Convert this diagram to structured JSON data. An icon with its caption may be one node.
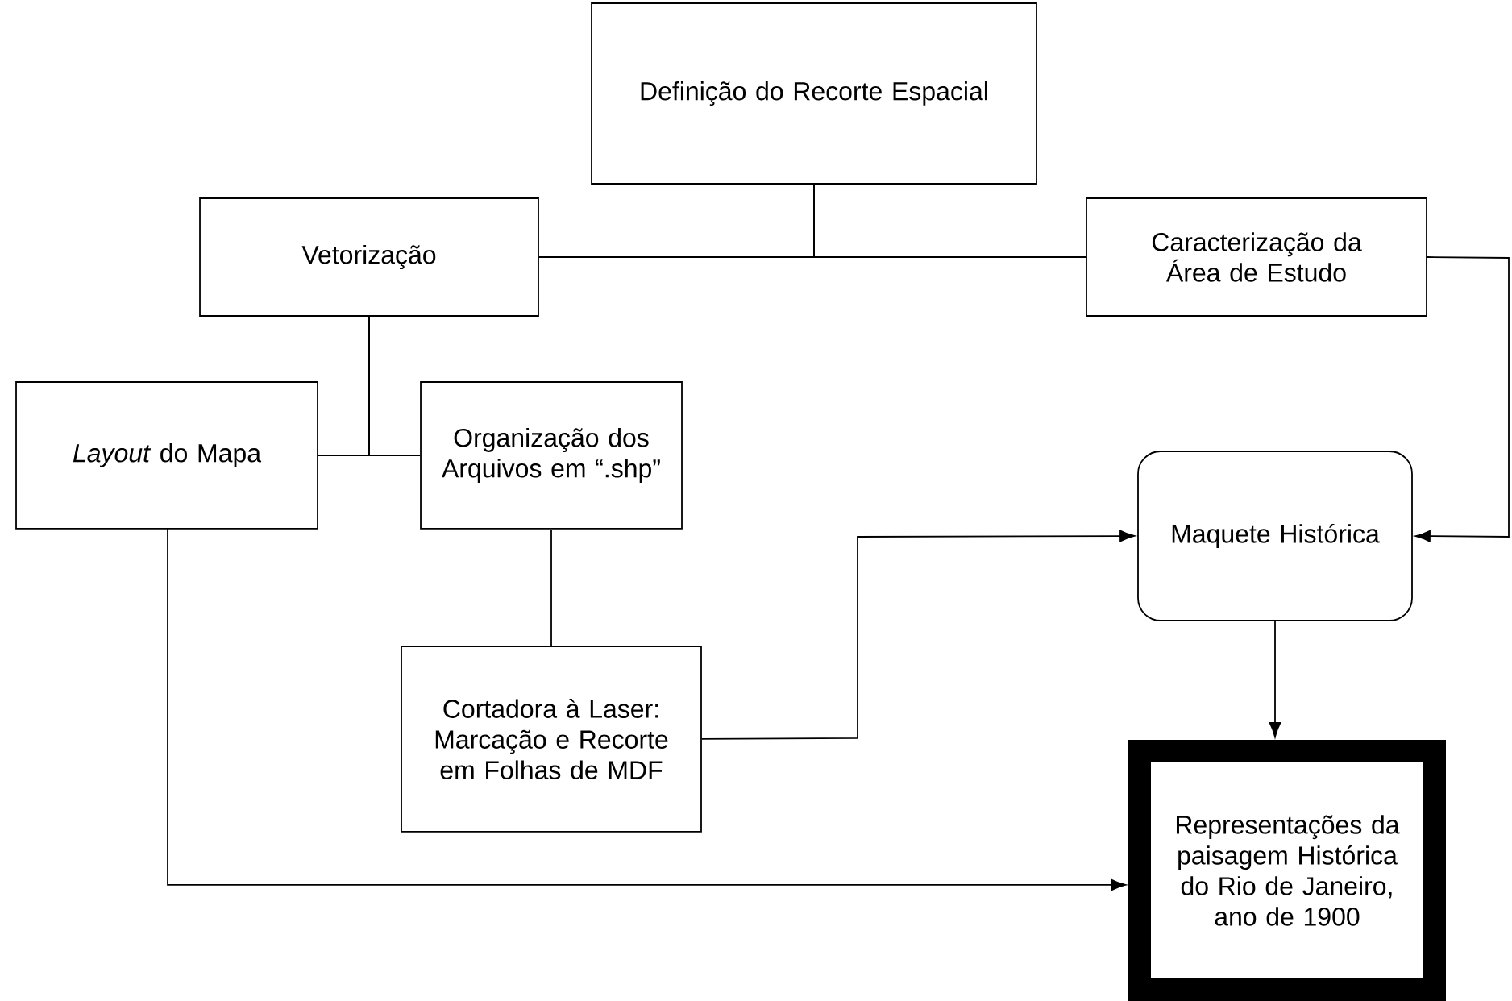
{
  "diagram": {
    "nodes": [
      {
        "text": [
          "Definição do Recorte Espacial"
        ]
      },
      {
        "text": [
          "Vetorização"
        ]
      },
      {
        "text": [
          "Caracterização da Área de Estudo"
        ]
      },
      {
        "text": [
          "*Layout* do Mapa"
        ]
      },
      {
        "text": [
          "Organização dos Arquivos em “.shp”"
        ]
      },
      {
        "text": [
          "Maquete Histórica"
        ]
      },
      {
        "text": [
          "Cortadora à Laser: Marcação e Recorte em Folhas de MDF"
        ]
      },
      {
        "text": [
          "Representações da paisagem Histórica do Rio de Janeiro, ano de 1900"
        ]
      }
    ],
    "edges": [
      {
        "from": 0,
        "to": 1,
        "arrow": "none"
      },
      {
        "from": 0,
        "to": 2,
        "arrow": "none"
      },
      {
        "from": 1,
        "to": 3,
        "arrow": "none"
      },
      {
        "from": 1,
        "to": 4,
        "arrow": "none"
      },
      {
        "from": 2,
        "to": 5,
        "arrow": "to"
      },
      {
        "from": 4,
        "to": 6,
        "arrow": "none"
      },
      {
        "from": 6,
        "to": 5,
        "arrow": "to"
      },
      {
        "from": 5,
        "to": 7,
        "arrow": "to"
      },
      {
        "from": 3,
        "to": 7,
        "arrow": "to"
      }
    ]
  }
}
